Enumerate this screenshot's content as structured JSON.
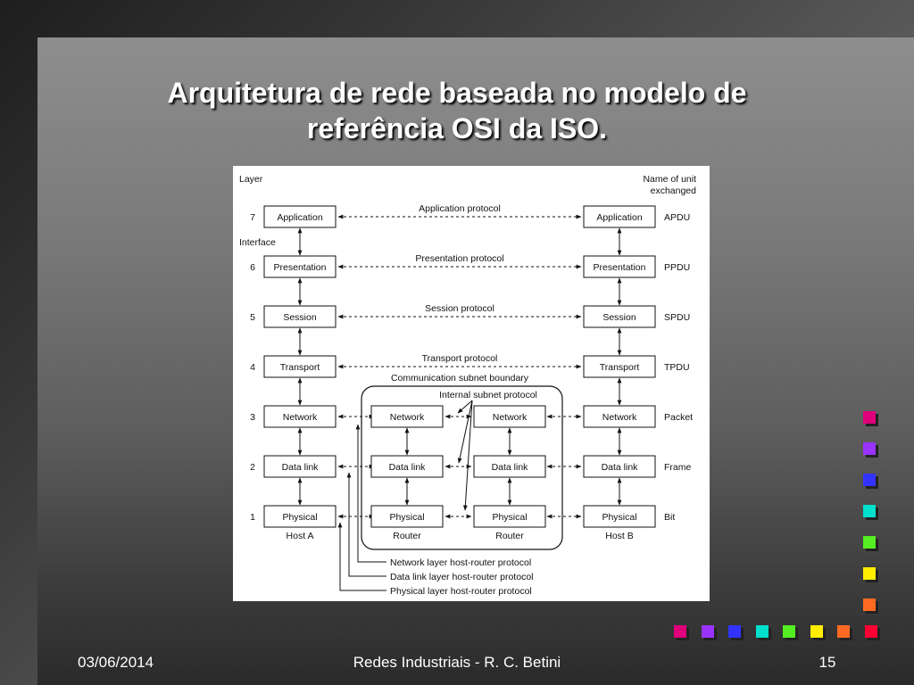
{
  "slide": {
    "title_line1": "Arquitetura de rede baseada no modelo de",
    "title_line2": "referência OSI da ISO.",
    "footer_date": "03/06/2014",
    "footer_center": "Redes Industriais - R. C. Betini",
    "footer_page": "15"
  },
  "diagram": {
    "layer_heading": "Layer",
    "unit_heading_line1": "Name of unit",
    "unit_heading_line2": "exchanged",
    "interface_label": "Interface",
    "layers": [
      {
        "num": "7",
        "name": "Application",
        "protocol": "Application protocol",
        "unit": "APDU"
      },
      {
        "num": "6",
        "name": "Presentation",
        "protocol": "Presentation protocol",
        "unit": "PPDU"
      },
      {
        "num": "5",
        "name": "Session",
        "protocol": "Session protocol",
        "unit": "SPDU"
      },
      {
        "num": "4",
        "name": "Transport",
        "protocol": "Transport protocol",
        "unit": "TPDU"
      },
      {
        "num": "3",
        "name": "Network",
        "protocol": "",
        "unit": "Packet"
      },
      {
        "num": "2",
        "name": "Data link",
        "protocol": "",
        "unit": "Frame"
      },
      {
        "num": "1",
        "name": "Physical",
        "protocol": "",
        "unit": "Bit"
      }
    ],
    "host_a": "Host A",
    "host_b": "Host B",
    "router_label": "Router",
    "subnet_boundary": "Communication subnet boundary",
    "internal_protocol": "Internal subnet protocol",
    "router_layers": [
      "Network",
      "Data link",
      "Physical"
    ],
    "host_router_protocols": [
      "Network layer host-router protocol",
      "Data link layer host-router protocol",
      "Physical layer host-router protocol"
    ]
  },
  "decor": {
    "colors": [
      "#e0007a",
      "#9933ff",
      "#3333ff",
      "#00e0cc",
      "#55ee22",
      "#ffee00",
      "#ff6a22",
      "#ff0033"
    ]
  }
}
